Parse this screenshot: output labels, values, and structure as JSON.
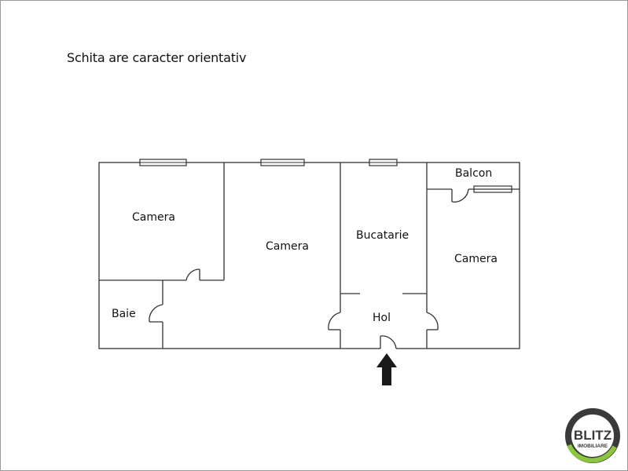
{
  "note": "Schita are caracter orientativ",
  "rooms": {
    "camera_left": "Camera",
    "camera_middle": "Camera",
    "bucatarie": "Bucatarie",
    "balcon": "Balcon",
    "camera_right": "Camera",
    "baie": "Baie",
    "hol": "Hol"
  },
  "logo": {
    "text_top": "BLITZ",
    "text_bottom": "IMOBILIARE",
    "colors": {
      "ring_dark": "#3a3a3a",
      "ring_accent": "#8cc63f"
    }
  },
  "colors": {
    "wall": "#333333",
    "arrow": "#1a1a1a"
  },
  "icons": {
    "entrance": "entrance-arrow-icon"
  }
}
